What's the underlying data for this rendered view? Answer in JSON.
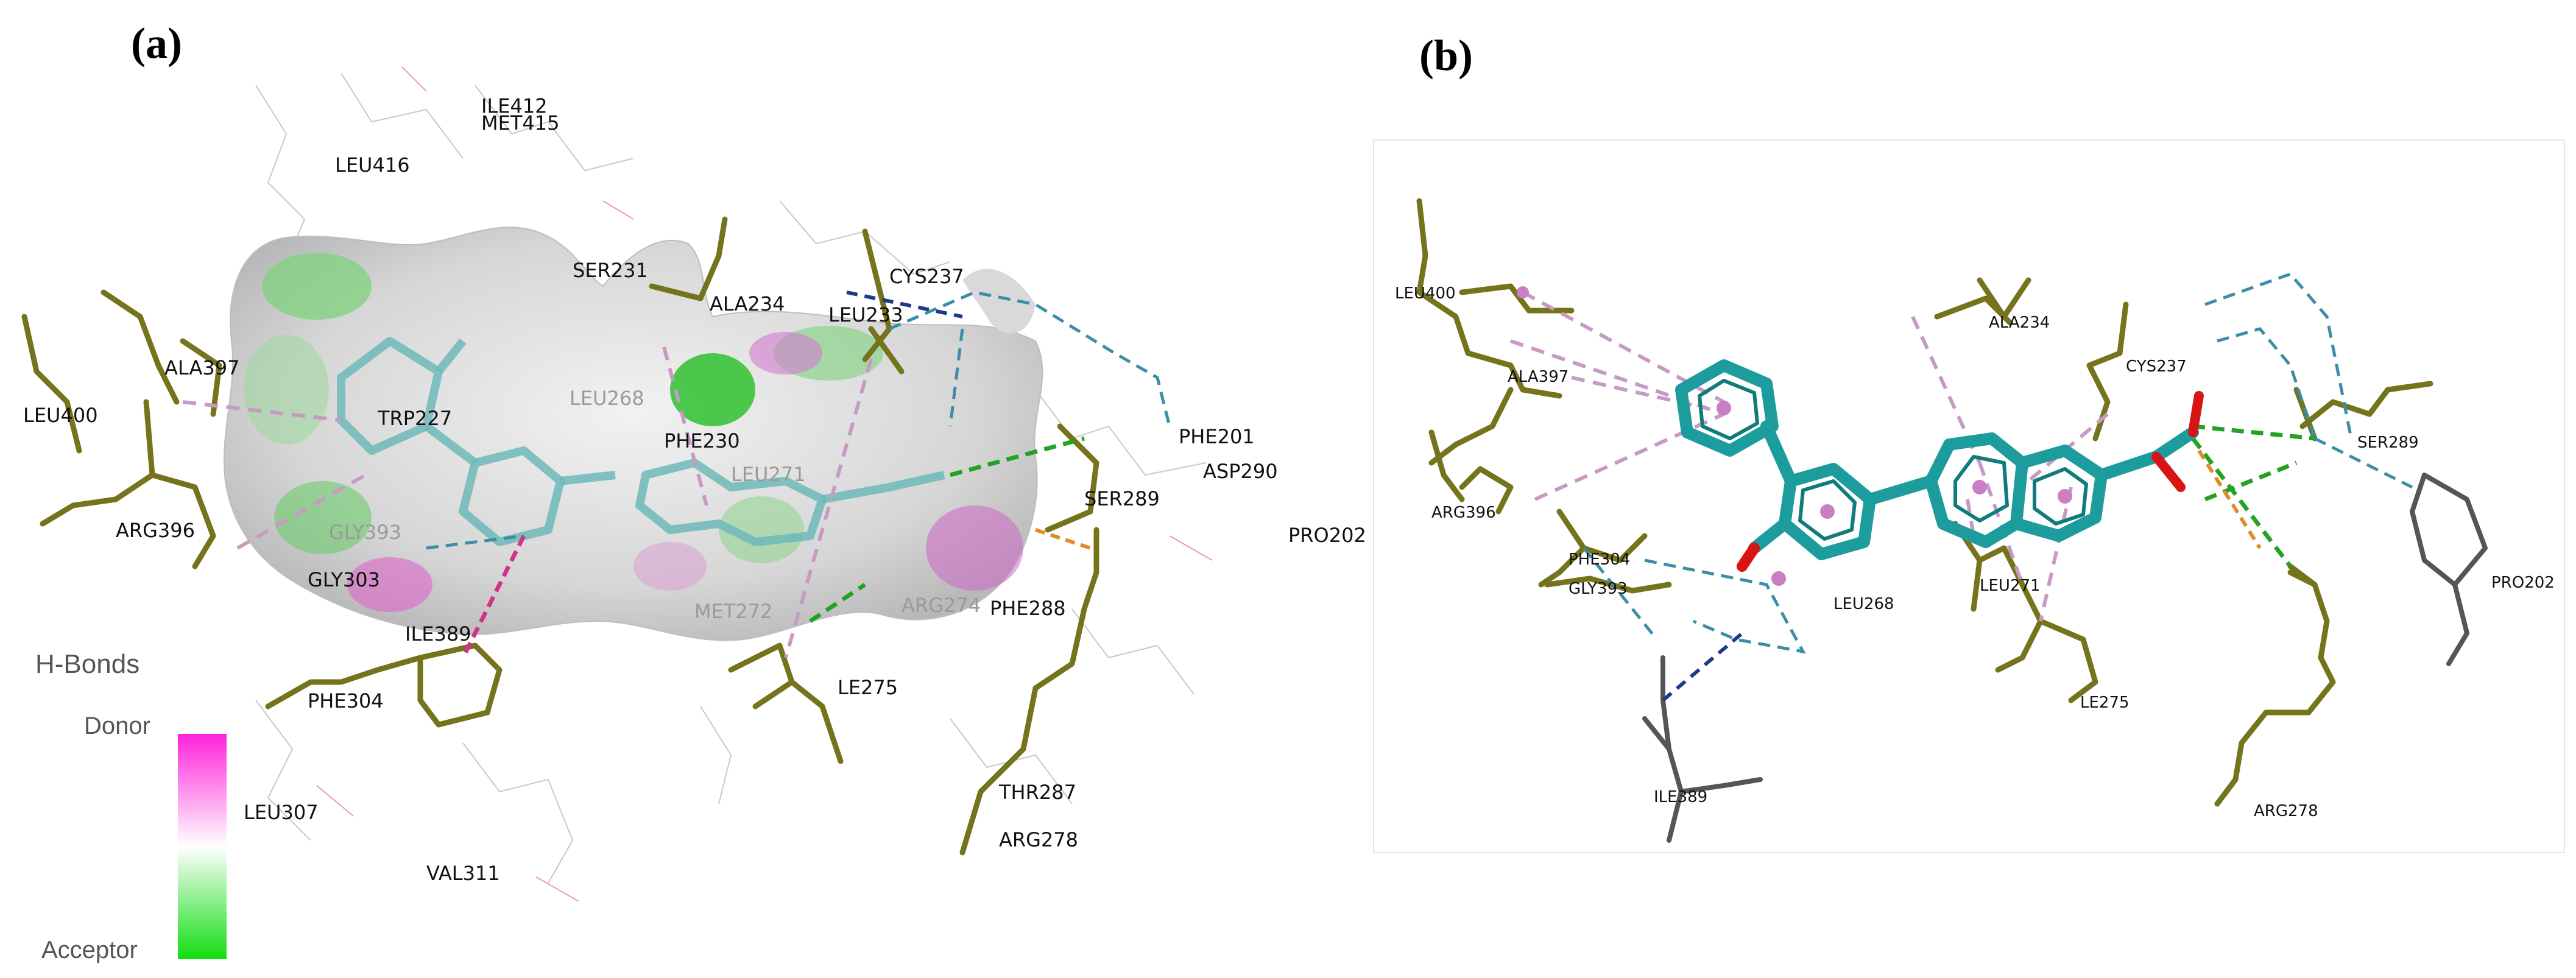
{
  "panels": [
    {
      "letter": "(a)",
      "residues": [
        "ILE412",
        "MET415",
        "LEU416",
        "SER231",
        "CYS237",
        "ALA234",
        "LEU233",
        "ALA397",
        "LEU400",
        "TRP227",
        "PHE230",
        "PHE201",
        "ASP290",
        "SER289",
        "ARG396",
        "PRO202",
        "GLY303",
        "PHE288",
        "PHE304",
        "ILE389",
        "LE275",
        "LEU307",
        "THR287",
        "ARG278",
        "VAL311"
      ],
      "faint_residues": [
        "LEU268",
        "LEU271",
        "ARG274",
        "MET272",
        "GLY393"
      ],
      "legend": {
        "title": "H-Bonds",
        "top_label": "Donor",
        "bottom_label": "Acceptor",
        "top_color": "#ff22dd",
        "mid_color": "#ffffff",
        "bottom_color": "#11dd11"
      }
    },
    {
      "letter": "(b)",
      "residues": [
        "LEU400",
        "ALA234",
        "CYS237",
        "ALA397",
        "SER289",
        "ARG396",
        "PHE304",
        "GLY393",
        "LEU268",
        "LEU271",
        "PRO202",
        "LE275",
        "ILE389",
        "ARG278"
      ]
    }
  ],
  "colors": {
    "stick_carbon": "#75731b",
    "ligand": "#1c9c9c",
    "pi_interaction": "#c79ac4",
    "hbond": "#22a322",
    "carbon_hbond": "#3b8ea8"
  }
}
